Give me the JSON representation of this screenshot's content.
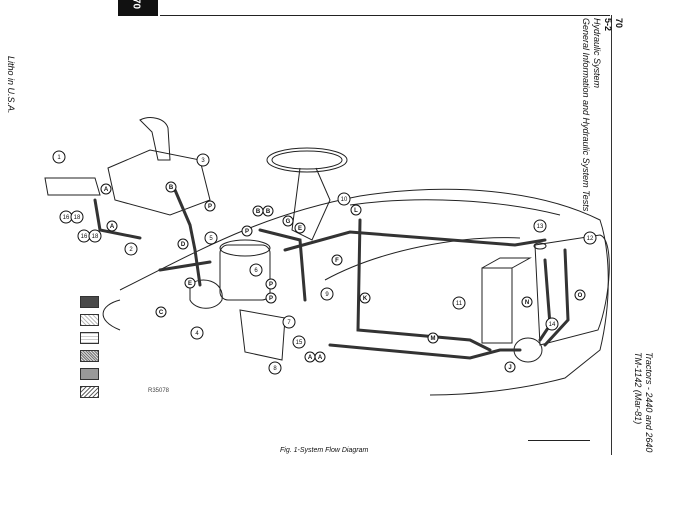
{
  "page": {
    "tab_number": "70",
    "left_note": "Litho in U.S.A.",
    "header": {
      "section_number": "70",
      "page_number": "5-2",
      "title": "Hydraulic System",
      "subtitle": "General Information and Hydraulic System Tests"
    },
    "footer": {
      "model": "Tractors - 2440 and 2640",
      "manual": "TM-1142  (Mar-81)"
    },
    "caption": "Fig. 1-System Flow Diagram",
    "figure_id": "R35078"
  },
  "callouts": {
    "numbers": [
      "1",
      "2",
      "3",
      "4",
      "5",
      "6",
      "7",
      "8",
      "9",
      "10",
      "11",
      "12",
      "13",
      "14",
      "15",
      "16",
      "18",
      "16",
      "18"
    ],
    "letters": [
      "A",
      "A",
      "A",
      "A",
      "B",
      "B",
      "B",
      "C",
      "D",
      "E",
      "E",
      "F",
      "G",
      "J",
      "K",
      "L",
      "M",
      "N",
      "O",
      "P",
      "P",
      "P",
      "P"
    ]
  },
  "legend": {
    "swatch_count": 6
  }
}
